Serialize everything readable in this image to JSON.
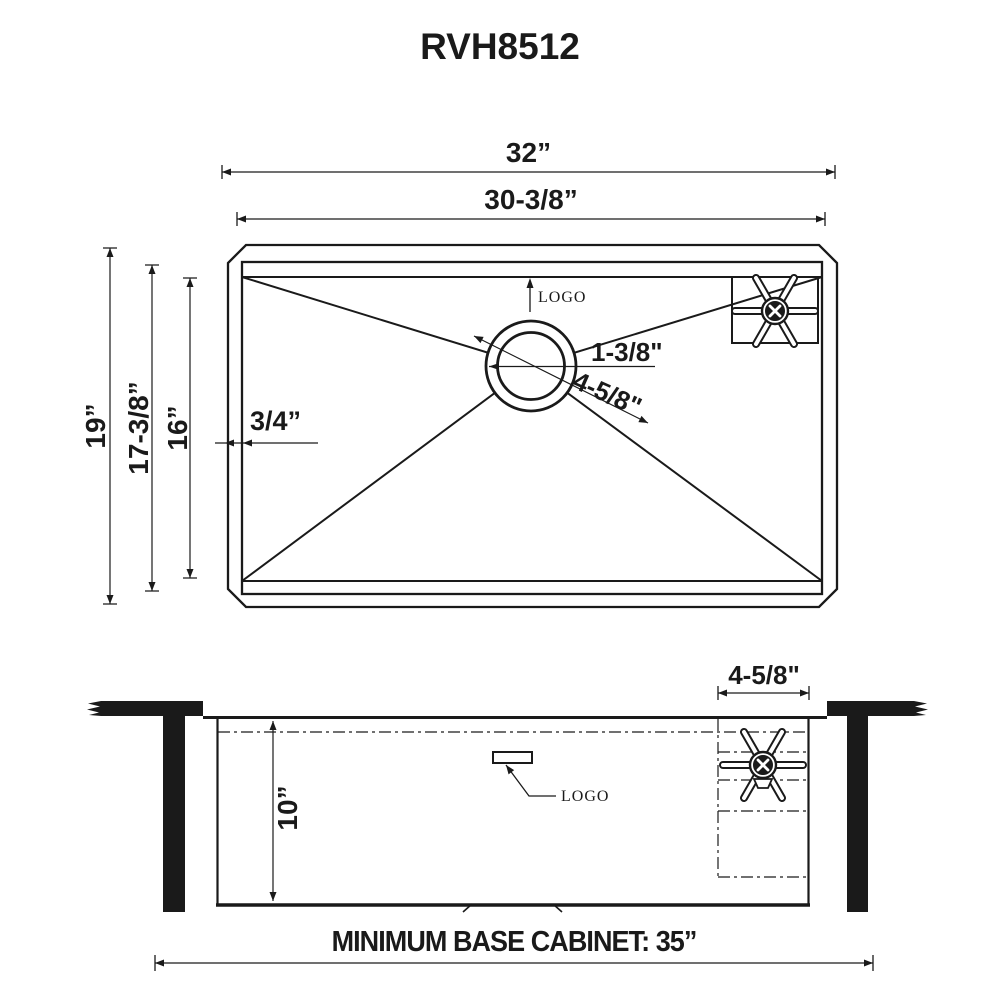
{
  "title": "RVH8512",
  "top_view": {
    "logo_label": "LOGO",
    "dims": {
      "outer_width": "32”",
      "bowl_width": "30-3/8”",
      "outer_depth": "19”",
      "bowl_depth": "17-3/8”",
      "base_depth": "16”",
      "rim_width": "3/4”",
      "drain_lip": "1-3/8\"",
      "drain_width": "4-5/8\""
    }
  },
  "side_view": {
    "logo_label": "LOGO",
    "dims": {
      "deck_width": "4-5/8\"",
      "bowl_depth": "10”",
      "min_base_cabinet": "MINIMUM BASE CABINET: 35”"
    }
  },
  "colors": {
    "line": "#1a1a1a",
    "background": "#ffffff"
  }
}
